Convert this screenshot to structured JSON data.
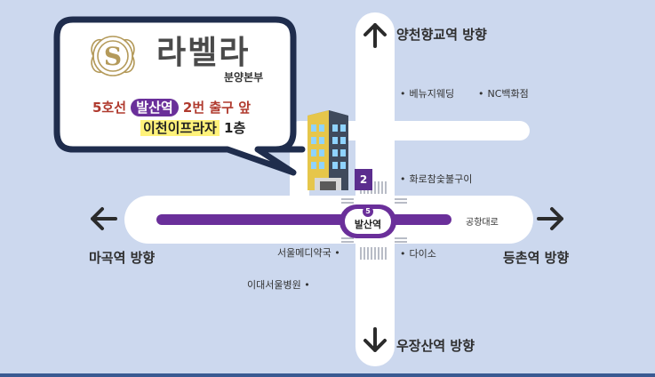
{
  "brand": {
    "name": "라벨라",
    "sub": "분양본부"
  },
  "address": {
    "line_prefix": "5호선",
    "station_highlight": "발산역",
    "line_suffix": "2번 출구 앞",
    "building": "이천이프라자",
    "floor": "1층"
  },
  "directions": {
    "north": "양천향교역 방향",
    "south": "우장산역 방향",
    "west": "마곡역 방향",
    "east": "등촌역 방향"
  },
  "landmarks": {
    "venue_wedding": "베뉴지웨딩",
    "nc_dept": "NC백화점",
    "bbq": "화로참숯불구이",
    "gonghang": "공항대로",
    "daiso": "다이소",
    "pharmacy": "서울메디약국",
    "hospital": "이대서울병원"
  },
  "station": {
    "line_number": "5",
    "name": "발산역",
    "exit_number": "2"
  },
  "colors": {
    "background": "#ccd8ee",
    "road": "#ffffff",
    "line5": "#6a2f9a",
    "highlight_purple": "#6a2f9a",
    "highlight_yellow": "#fff27a",
    "callout_border": "#1f2d4d",
    "accent_red": "#b03a2e"
  }
}
